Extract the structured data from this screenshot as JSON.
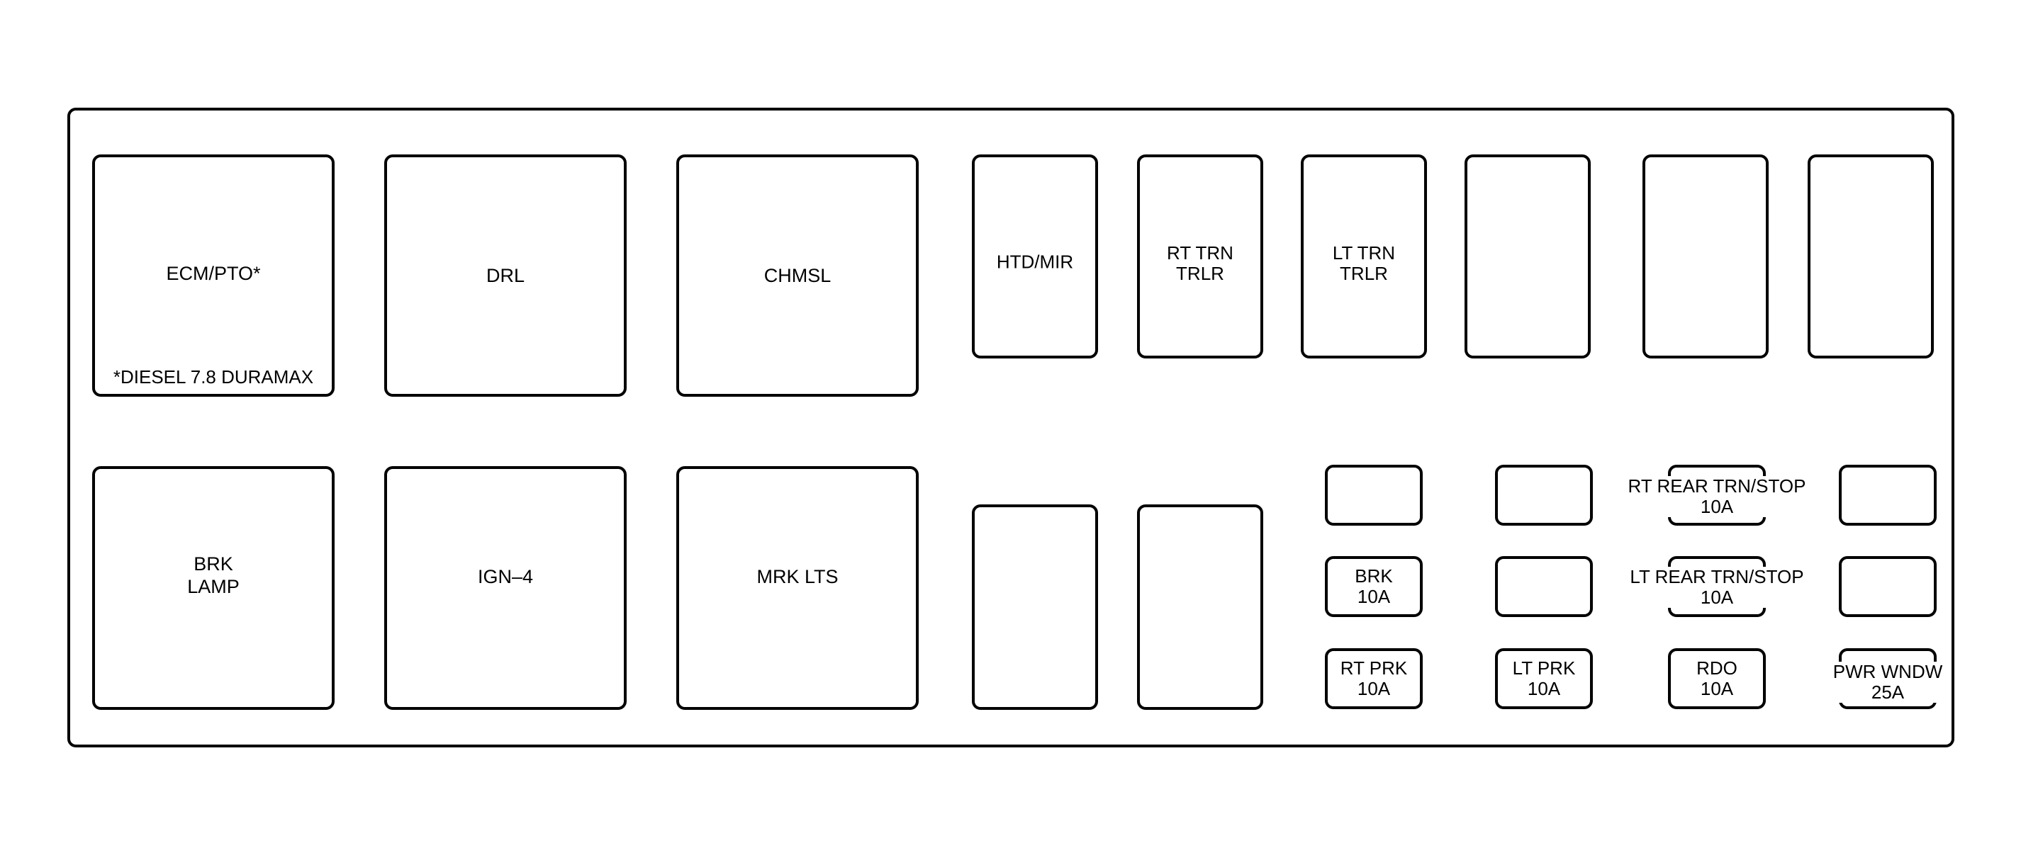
{
  "relays_large": {
    "ecm": "ECM/PTO*",
    "ecm_note": "*DIESEL 7.8 DURAMAX",
    "drl": "DRL",
    "chmsl": "CHMSL",
    "brk_lamp": "BRK\nLAMP",
    "ign4": "IGN–4",
    "mrk_lts": "MRK LTS"
  },
  "relays_small": {
    "htd_mir": "HTD/MIR",
    "rt_trn_trlr": "RT TRN\nTRLR",
    "lt_trn_trlr": "LT TRN\nTRLR"
  },
  "fuses": {
    "brk": "BRK\n10A",
    "rt_prk": "RT PRK\n10A",
    "lt_prk": "LT PRK\n10A",
    "rdo": "RDO\n10A",
    "pwr_wndw": "PWR WNDW\n25A",
    "rt_rear_trn_stop": "RT REAR TRN/STOP\n10A",
    "lt_rear_trn_stop": "LT REAR TRN/STOP\n10A"
  }
}
